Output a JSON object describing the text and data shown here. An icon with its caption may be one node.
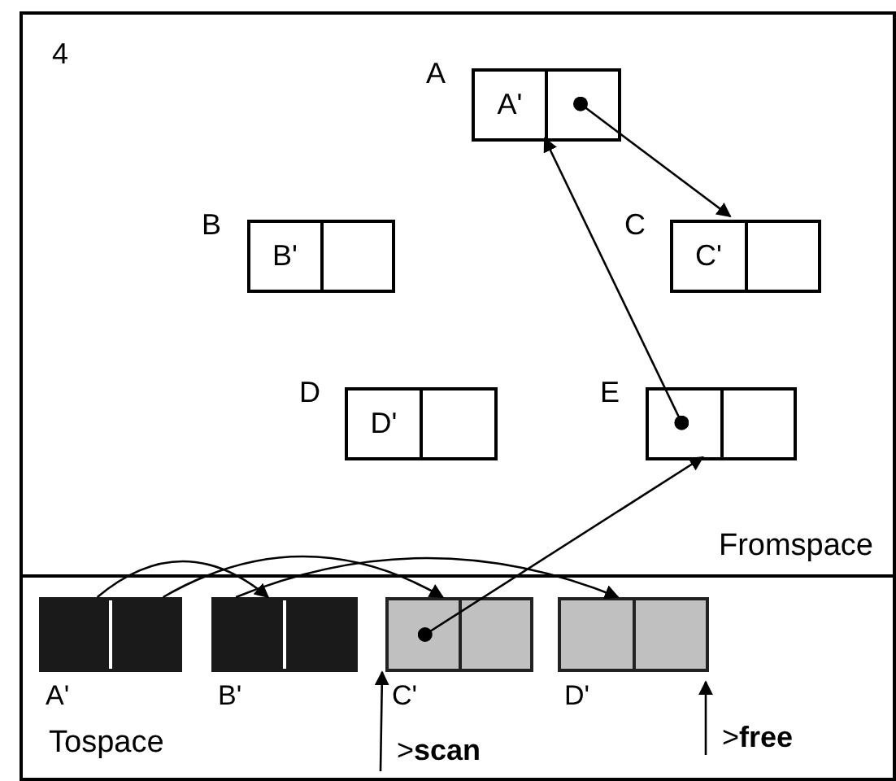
{
  "diagram": {
    "nodes": [
      {
        "text": [
          "Fromspace"
        ]
      },
      {
        "text": [
          "A",
          "A'"
        ],
        "in": 0
      },
      {
        "text": [
          "B",
          "B'"
        ],
        "in": 0
      },
      {
        "text": [
          "C",
          "C'"
        ],
        "in": 0
      },
      {
        "text": [
          "D",
          "D'"
        ],
        "in": 0
      },
      {
        "text": [
          "E"
        ],
        "in": 0
      },
      {
        "text": [
          "Tospace"
        ]
      },
      {
        "text": [],
        "shape": "box",
        "beside": [
          "A'"
        ],
        "in": 6
      },
      {
        "text": [],
        "shape": "box",
        "beside": [
          "B'"
        ],
        "in": 6
      },
      {
        "text": [],
        "shape": "box",
        "beside": [
          "C'"
        ],
        "in": 6
      },
      {
        "text": [],
        "shape": "box",
        "beside": [
          "D'"
        ],
        "in": 6
      },
      {
        "text": [
          ">**scan**"
        ],
        "in": 6
      },
      {
        "text": [
          ">**free**"
        ],
        "in": 6
      }
    ],
    "edges": [
      {
        "from": 1,
        "to": 3,
        "arrow": "to"
      },
      {
        "from": 5,
        "to": 1,
        "arrow": "to"
      },
      {
        "from": 9,
        "to": 5,
        "arrow": "to"
      },
      {
        "from": 7,
        "to": 8,
        "arrow": "to"
      },
      {
        "from": 7,
        "to": 9,
        "arrow": "to"
      },
      {
        "from": 8,
        "to": 10,
        "arrow": "to"
      },
      {
        "from": 11,
        "to": 9,
        "arrow": "to"
      },
      {
        "from": 12,
        "to": 10,
        "arrow": "to"
      }
    ],
    "labels": [
      "4"
    ]
  }
}
